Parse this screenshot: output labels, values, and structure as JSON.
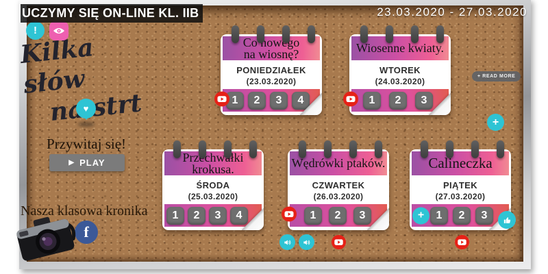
{
  "header": {
    "title": "UCZYMY SIĘ ON-LINE KL. IIB",
    "date_range": "23.03.2020 - 27.03.2020"
  },
  "sidebar": {
    "headline_line1": "Kilka słów",
    "headline_line2": "na strt",
    "greeting": "Przywitaj się!",
    "play_label": "PLAY",
    "chronicle_label": "Nasza klasowa kronika"
  },
  "read_more_label": "+ READ MORE",
  "icons": {
    "alert": "!",
    "heart": "♥",
    "play_triangle": "▶",
    "facebook": "f",
    "plus": "+"
  },
  "cards": [
    {
      "title_line1": "Co nowego",
      "title_line2": "na wiosnę?",
      "day": "PONIEDZIAŁEK",
      "date": "(23.03.2020)",
      "buttons": [
        "1",
        "2",
        "3",
        "4"
      ],
      "left_icon": "youtube"
    },
    {
      "title_line1": "Wiosenne kwiaty.",
      "title_line2": "",
      "day": "WTOREK",
      "date": "(24.03.2020)",
      "buttons": [
        "1",
        "2",
        "3"
      ],
      "left_icon": "youtube"
    },
    {
      "title_line1": "Przechwałki",
      "title_line2": "krokusa.",
      "day": "ŚRODA",
      "date": "(25.03.2020)",
      "buttons": [
        "1",
        "2",
        "3",
        "4"
      ],
      "left_icon": "none"
    },
    {
      "title_line1": "Wędrówki ptaków.",
      "title_line2": "",
      "day": "CZWARTEK",
      "date": "(26.03.2020)",
      "buttons": [
        "1",
        "2",
        "3"
      ],
      "left_icon": "youtube"
    },
    {
      "title_line1": "Calineczka",
      "title_line2": "",
      "day": "PIĄTEK",
      "date": "(27.03.2020)",
      "buttons": [
        "1",
        "2",
        "3"
      ],
      "left_icon": "plus",
      "right_icon": "thumbs-up"
    }
  ],
  "colors": {
    "teal": "#2ec4d4",
    "pink": "#ee5fb0",
    "youtube_red": "#e62117",
    "facebook_blue": "#3b5998",
    "button_gray": "#6e6e6e",
    "band_purple": "#9a51a4",
    "band_pink": "#e0519b",
    "band_red": "#e25b51",
    "cork": "#a87a4e"
  }
}
